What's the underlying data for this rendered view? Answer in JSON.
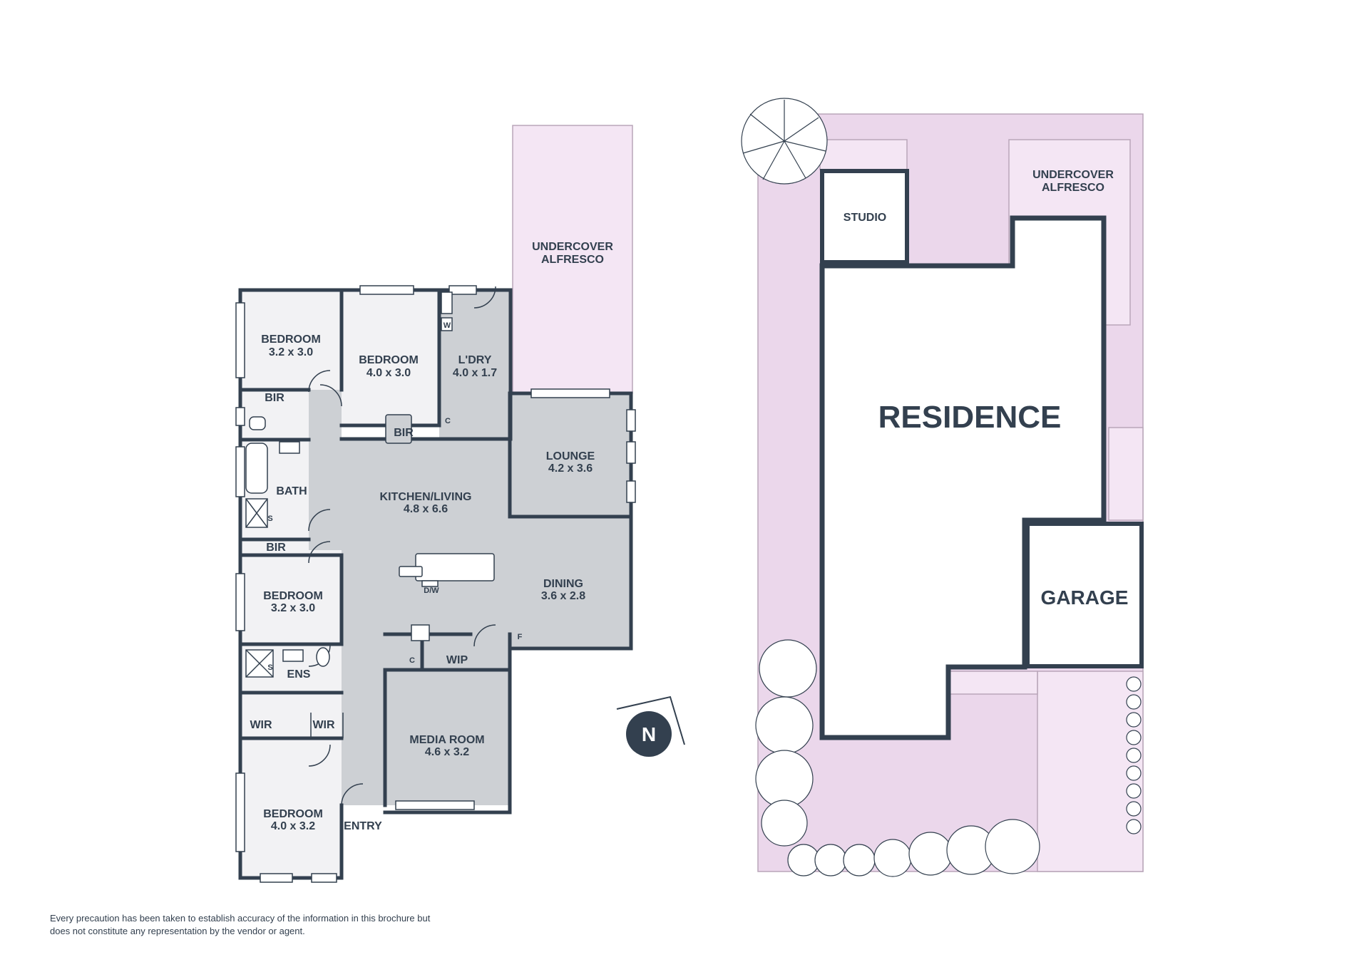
{
  "floor_plan": {
    "rooms": {
      "alfresco": {
        "name_1": "UNDERCOVER",
        "name_2": "ALFRESCO"
      },
      "bedroom_1": {
        "name": "BEDROOM",
        "dims": "3.2 x 3.0"
      },
      "bedroom_2": {
        "name": "BEDROOM",
        "dims": "4.0 x 3.0"
      },
      "laundry": {
        "name": "L'DRY",
        "dims": "4.0 x 1.7"
      },
      "lounge": {
        "name": "LOUNGE",
        "dims": "4.2 x 3.6"
      },
      "kitchen_living": {
        "name": "KITCHEN/LIVING",
        "dims": "4.8 x 6.6"
      },
      "dining": {
        "name": "DINING",
        "dims": "3.6 x 2.8"
      },
      "bedroom_3": {
        "name": "BEDROOM",
        "dims": "3.2 x 3.0"
      },
      "media_room": {
        "name": "MEDIA ROOM",
        "dims": "4.6 x 3.2"
      },
      "bedroom_4": {
        "name": "BEDROOM",
        "dims": "4.0 x 3.2"
      }
    },
    "labels": {
      "bir_1": "BIR",
      "bir_2": "BIR",
      "bir_3": "BIR",
      "bath": "BATH",
      "ens": "ENS",
      "wir_1": "WIR",
      "wir_2": "WIR",
      "wip": "WIP",
      "entry": "ENTRY",
      "dw": "D/W",
      "w": "W",
      "c1": "C",
      "c2": "C",
      "f": "F",
      "s1": "S",
      "s2": "S"
    }
  },
  "compass": {
    "letter": "N"
  },
  "site_plan": {
    "residence": "RESIDENCE",
    "garage": "GARAGE",
    "studio": "STUDIO",
    "alfresco_1": "UNDERCOVER",
    "alfresco_2": "ALFRESCO"
  },
  "disclaimer": "Every precaution has been taken to establish accuracy of the information in this brochure but does not constitute any representation by the vendor or agent.",
  "colors": {
    "wall": "#33404f",
    "grey_floor": "#cdd0d4",
    "light_floor": "#f2f2f4",
    "outdoor": "#f4e6f4",
    "yard": "#ebd7eb",
    "text": "#33404f"
  }
}
